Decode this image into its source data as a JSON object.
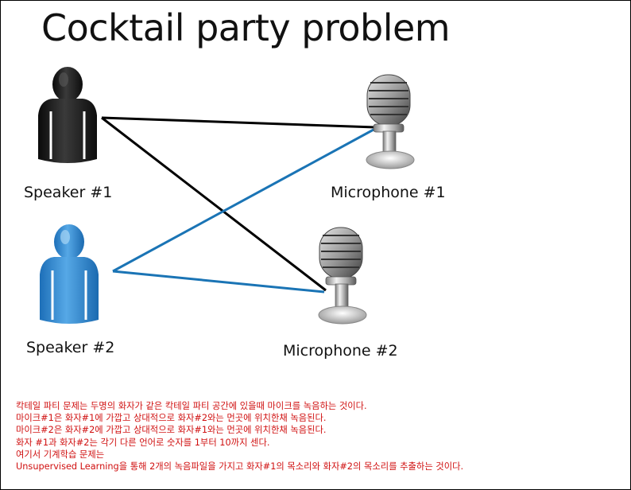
{
  "title": "Cocktail party problem",
  "labels": {
    "speaker1": "Speaker #1",
    "speaker2": "Speaker #2",
    "microphone1": "Microphone #1",
    "microphone2": "Microphone #2"
  },
  "colors": {
    "speaker1": "#1a1a1a",
    "speaker2": "#2f86cf",
    "line_speaker1": "#000000",
    "line_speaker2": "#1a74b5",
    "notes_text": "#d01010"
  },
  "icons": {
    "speaker1": "person-icon",
    "speaker2": "person-icon",
    "microphone1": "microphone-icon",
    "microphone2": "microphone-icon"
  },
  "notes": [
    "칵테일 파티 문제는 두명의 화자가 같은 칵테일 파티 공간에 있을때 마이크를 녹음하는 것이다.",
    "마이크#1은 화자#1에 가깝고 상대적으로 화자#2와는 먼곳에 위치한채 녹음된다.",
    "마이크#2은 화자#2에 가깝고 상대적으로 화자#1와는 먼곳에 위치한채 녹음된다.",
    "화자 #1과 화자#2는 각기 다른 언어로 숫자를 1부터 10까지 센다.",
    "여기서 기계학습 문제는",
    "Unsupervised Learning을 통해 2개의 녹음파일을 가지고 화자#1의 목소리와 화자#2의 목소리를 추출하는 것이다."
  ]
}
